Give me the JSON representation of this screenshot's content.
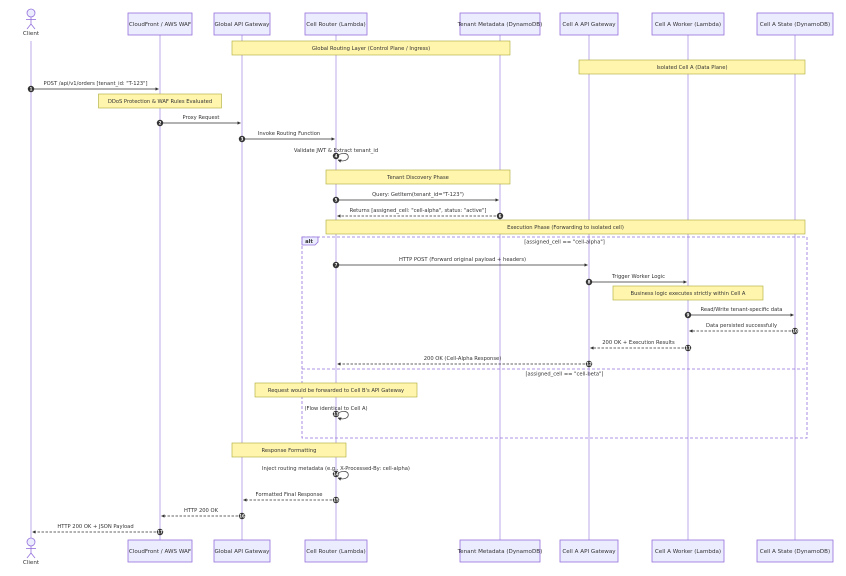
{
  "participants": [
    {
      "id": "client",
      "label": "Client",
      "actor": true
    },
    {
      "id": "cloudfront",
      "label": "CloudFront / AWS WAF"
    },
    {
      "id": "apigw",
      "label": "Global API Gateway"
    },
    {
      "id": "router",
      "label": "Cell Router (Lambda)"
    },
    {
      "id": "tenantdb",
      "label": "Tenant Metadata (DynamoDB)"
    },
    {
      "id": "cellgw",
      "label": "Cell A API Gateway"
    },
    {
      "id": "worker",
      "label": "Cell A Worker (Lambda)"
    },
    {
      "id": "statedb",
      "label": "Cell A State (DynamoDB)"
    }
  ],
  "notes": [
    {
      "text": "Global Routing Layer (Control Plane / Ingress)",
      "from": "apigw",
      "to": "tenantdb"
    },
    {
      "text": "Isolated Cell A (Data Plane)",
      "from": "cellgw",
      "to": "statedb"
    },
    {
      "text": "DDoS Protection & WAF Rules Evaluated",
      "from": "cloudfront",
      "to": "cloudfront"
    },
    {
      "text": "Tenant Discovery Phase",
      "from": "router",
      "to": "tenantdb"
    },
    {
      "text": "Execution Phase (Forwarding to isolated cell)",
      "from": "router",
      "to": "statedb"
    },
    {
      "text": "Business logic executes strictly within Cell A",
      "from": "worker",
      "to": "worker"
    },
    {
      "text": "Request would be forwarded to Cell B's API Gateway",
      "from": "router",
      "to": "router"
    },
    {
      "text": "Response Formatting",
      "from": "apigw",
      "to": "router"
    }
  ],
  "messages": [
    {
      "num": "1",
      "text": "POST /api/v1/orders [tenant_id: \"T-123\"]",
      "from": "client",
      "to": "cloudfront",
      "dashed": false
    },
    {
      "num": "2",
      "text": "Proxy Request",
      "from": "cloudfront",
      "to": "apigw",
      "dashed": false
    },
    {
      "num": "3",
      "text": "Invoke Routing Function",
      "from": "apigw",
      "to": "router",
      "dashed": false
    },
    {
      "num": "4",
      "text": "Validate JWT & Extract tenant_id",
      "from": "router",
      "to": "router",
      "dashed": false
    },
    {
      "num": "5",
      "text": "Query: GetItem(tenant_id=\"T-123\")",
      "from": "router",
      "to": "tenantdb",
      "dashed": false
    },
    {
      "num": "6",
      "text": "Returns [assigned_cell: \"cell-alpha\", status: \"active\"]",
      "from": "tenantdb",
      "to": "router",
      "dashed": true
    },
    {
      "num": "7",
      "text": "HTTP POST (Forward original payload + headers)",
      "from": "router",
      "to": "cellgw",
      "dashed": false
    },
    {
      "num": "8",
      "text": "Trigger Worker Logic",
      "from": "cellgw",
      "to": "worker",
      "dashed": false
    },
    {
      "num": "9",
      "text": "Read/Write tenant-specific data",
      "from": "worker",
      "to": "statedb",
      "dashed": false
    },
    {
      "num": "10",
      "text": "Data persisted successfully",
      "from": "statedb",
      "to": "worker",
      "dashed": true
    },
    {
      "num": "11",
      "text": "200 OK + Execution Results",
      "from": "worker",
      "to": "cellgw",
      "dashed": true
    },
    {
      "num": "12",
      "text": "200 OK (Cell-Alpha Response)",
      "from": "cellgw",
      "to": "router",
      "dashed": true
    },
    {
      "num": "13",
      "text": "(Flow identical to Cell A)",
      "from": "router",
      "to": "router",
      "dashed": false
    },
    {
      "num": "14",
      "text": "Inject routing metadata (e.g., X-Processed-By: cell-alpha)",
      "from": "router",
      "to": "router",
      "dashed": false
    },
    {
      "num": "15",
      "text": "Formatted Final Response",
      "from": "router",
      "to": "apigw",
      "dashed": true
    },
    {
      "num": "16",
      "text": "HTTP 200 OK",
      "from": "apigw",
      "to": "cloudfront",
      "dashed": true
    },
    {
      "num": "17",
      "text": "HTTP 200 OK + JSON Payload",
      "from": "cloudfront",
      "to": "client",
      "dashed": true
    }
  ],
  "alt_block": {
    "keyword": "alt",
    "cond1": "[assigned_cell == \"cell-alpha\"]",
    "cond2": "[assigned_cell == \"cell-beta\"]"
  },
  "colors": {
    "participant_fill": "#ECECFF",
    "participant_stroke": "#9370DB",
    "lifeline": "#9370DB",
    "note_fill": "#FFF5AD",
    "note_stroke": "#AAAA33",
    "line": "#333333"
  }
}
